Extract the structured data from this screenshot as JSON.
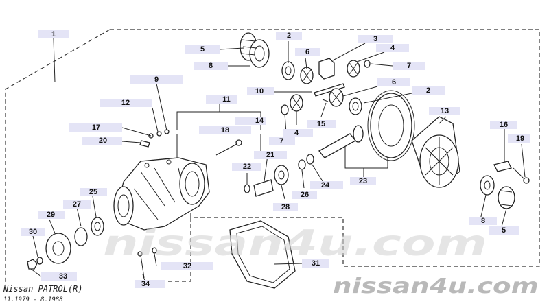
{
  "labels": {
    "l1": "1",
    "l2a": "2",
    "l2b": "2",
    "l3": "3",
    "l4a": "4",
    "l4b": "4",
    "l5a": "5",
    "l5b": "5",
    "l6a": "6",
    "l6b": "6",
    "l7a": "7",
    "l7b": "7",
    "l8a": "8",
    "l8b": "8",
    "l9": "9",
    "l10": "10",
    "l11": "11",
    "l12": "12",
    "l13": "13",
    "l14": "14",
    "l15": "15",
    "l16": "16",
    "l17": "17",
    "l18": "18",
    "l19": "19",
    "l20": "20",
    "l21": "21",
    "l22": "22",
    "l23": "23",
    "l24": "24",
    "l25": "25",
    "l26": "26",
    "l27": "27",
    "l28": "28",
    "l29": "29",
    "l30": "30",
    "l31": "31",
    "l32": "32",
    "l33": "33",
    "l34": "34"
  },
  "watermark": "nissan4u.com",
  "footer": {
    "model": "Nissan PATROL(R)",
    "dates": "11.1979 - 8.1988"
  }
}
